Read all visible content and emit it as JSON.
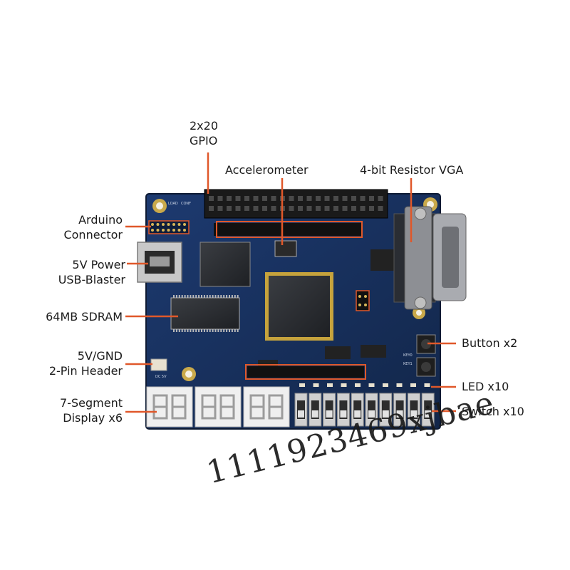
{
  "callouts": {
    "gpio": [
      "2x20",
      "GPIO"
    ],
    "accelerometer": "Accelerometer",
    "vga": "4-bit Resistor VGA",
    "arduino": [
      "Arduino",
      "Connector"
    ],
    "power": [
      "5V Power",
      "USB-Blaster"
    ],
    "sdram": "64MB SDRAM",
    "header": [
      "5V/GND",
      "2-Pin Header"
    ],
    "segment": [
      "7-Segment",
      "Display x6"
    ],
    "button": "Button x2",
    "led": "LED x10",
    "switch": "Switch x10"
  },
  "board_silkscreen": {
    "load": "LOAD",
    "conf": "CONF",
    "dc5v": "DC 5V",
    "key0": "KEY0",
    "key1": "KEY1"
  },
  "watermark": "1111923469xjbae",
  "colors": {
    "pcb": "#18305e",
    "callout_line": "#e0582a",
    "label_text": "#1b1b1b"
  }
}
